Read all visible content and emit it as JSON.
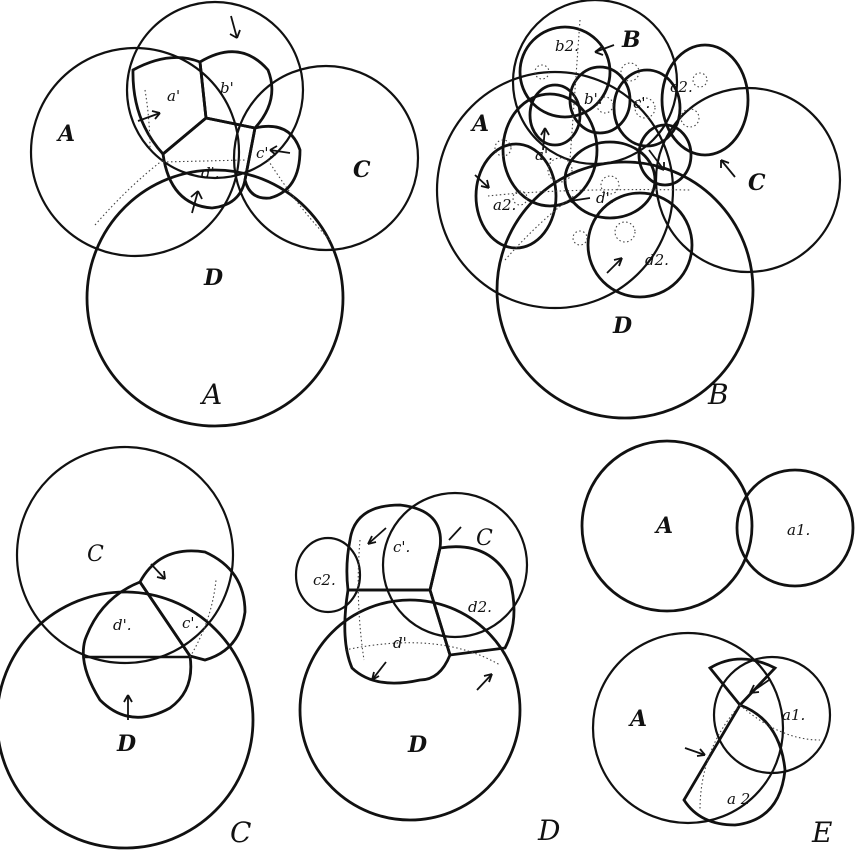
{
  "panels": {
    "A": {
      "panel_label": "A",
      "labels": {
        "A": "A",
        "C": "C",
        "D": "D",
        "a1": "a'",
        "b1": "b'",
        "c1": "c'.",
        "d1": "d'."
      }
    },
    "B": {
      "panel_label": "B",
      "labels": {
        "A": "A",
        "B": "B",
        "C": "C",
        "D": "D",
        "a1": "a'.",
        "b1": "b'.",
        "c1": "c'.",
        "d1": "d'.",
        "a2": "a2.",
        "b2": "b2.",
        "c2": "c2.",
        "d2": "d2."
      }
    },
    "C": {
      "panel_label": "C",
      "labels": {
        "C": "C",
        "D": "D",
        "c1": "c'.",
        "d1": "d'."
      }
    },
    "D": {
      "panel_label": "D",
      "labels": {
        "C": "C",
        "D": "D",
        "c1": "c'.",
        "c2": "c2.",
        "d1": "d'",
        "d2": "d2."
      }
    },
    "E": {
      "panel_label": "E",
      "labels": {
        "A_top": "A",
        "a1_top": "a1.",
        "A_bottom": "A",
        "a1_bottom": "a1.",
        "a2_bottom": "a 2"
      }
    }
  }
}
